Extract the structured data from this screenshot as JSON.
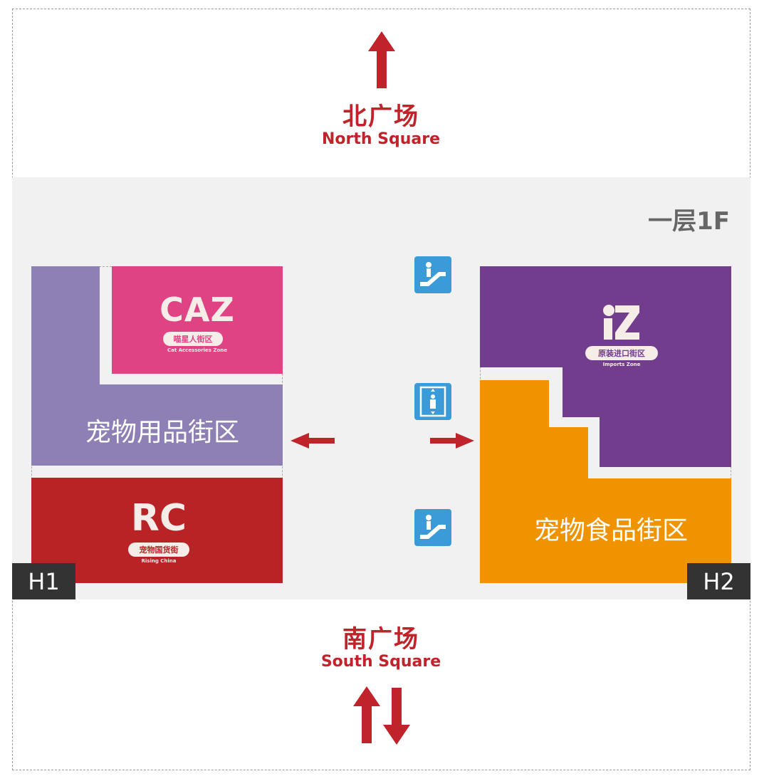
{
  "north": {
    "cn": "北广场",
    "en": "North Square"
  },
  "south": {
    "cn": "南广场",
    "en": "South Square"
  },
  "floor_label": "一层1F",
  "zones": {
    "pet_supplies": "宠物用品街区",
    "pet_food": "宠物食品街区",
    "caz": {
      "logo": "CAZ",
      "cn": "喵星人街区",
      "en": "Cat Accessories Zone"
    },
    "rising_china": {
      "logo": "RC",
      "cn": "宠物国货街",
      "en": "Rising China"
    },
    "imports": {
      "logo": "iZ",
      "cn": "原装进口街区",
      "en": "Imports Zone"
    }
  },
  "entrances": {
    "left": "H1",
    "right": "H2"
  },
  "facilities": [
    "escalator-icon",
    "elevator-icon",
    "escalator-icon"
  ],
  "colors": {
    "red": "#c0232a",
    "lavender": "#8e80b4",
    "pink": "#e04384",
    "dark_red": "#b92325",
    "purple": "#733d8e",
    "orange": "#ef9300",
    "blue": "#3b9bd8"
  }
}
